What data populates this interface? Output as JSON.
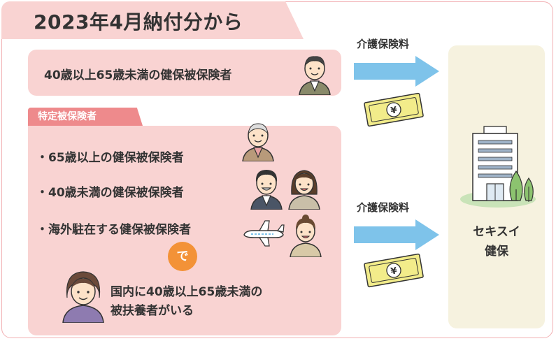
{
  "header": {
    "title": "2023年4月納付分から"
  },
  "group1": {
    "text": "40歳以上65歳未満の健保被保険者"
  },
  "group2": {
    "badge": "特定被保険者",
    "items": [
      "・65歳以上の健保被保険者",
      "・40歳未満の健保被保険者",
      "・海外駐在する健保被保険者"
    ],
    "connector": "で",
    "dependent_line1": "国内に40歳以上65歳未満の",
    "dependent_line2": "被扶養者がいる"
  },
  "flows": [
    {
      "label": "介護保険料",
      "money_symbol": "¥"
    },
    {
      "label": "介護保険料",
      "money_symbol": "¥"
    }
  ],
  "destination": {
    "name_line1": "セキスイ",
    "name_line2": "健保"
  },
  "colors": {
    "pink_box": "#f9d3d2",
    "badge": "#ee8a8c",
    "arrow": "#7ec3ea",
    "money": "#f2ec8a",
    "orange": "#f39237",
    "dest_bg": "#f6f2df"
  }
}
